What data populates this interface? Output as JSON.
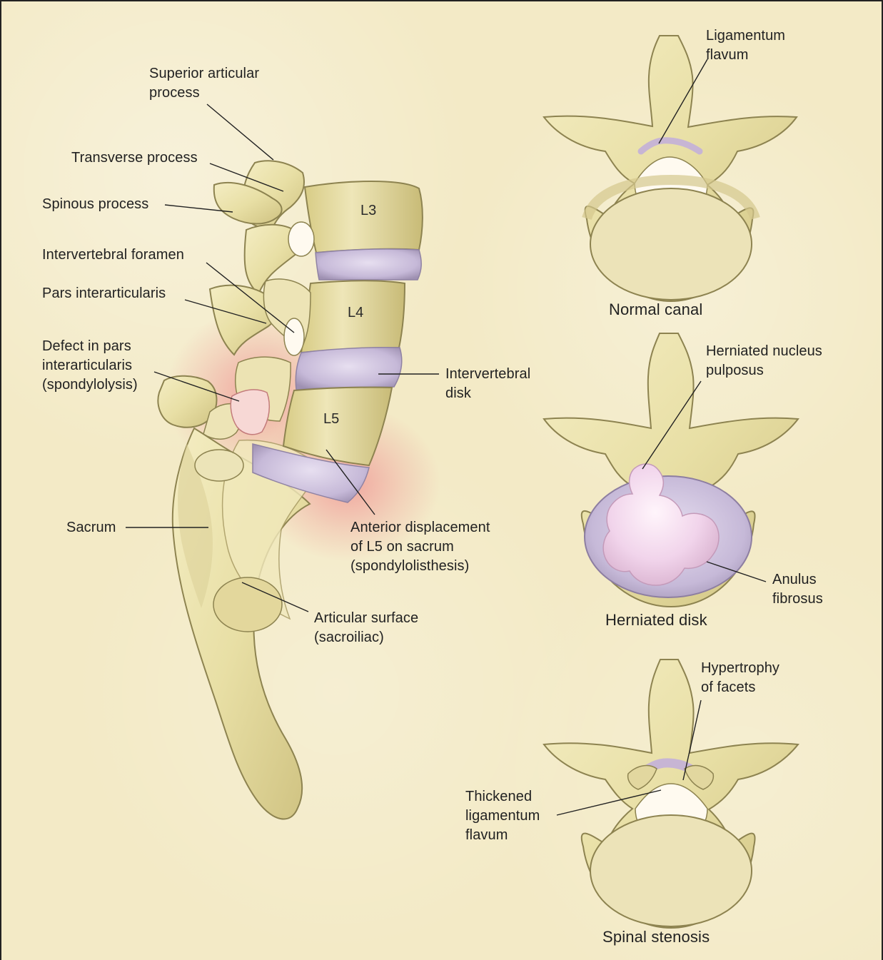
{
  "labels": {
    "superior_articular_process": "Superior articular\nprocess",
    "transverse_process": "Transverse process",
    "spinous_process": "Spinous process",
    "intervertebral_foramen": "Intervertebral foramen",
    "pars_interarticularis": "Pars interarticularis",
    "defect_in_pars": "Defect in pars\ninterarticularis\n(spondylolysis)",
    "sacrum": "Sacrum",
    "intervertebral_disk": "Intervertebral\ndisk",
    "anterior_displacement": "Anterior displacement\nof L5 on sacrum\n(spondylolisthesis)",
    "articular_surface": "Articular surface\n(sacroiliac)",
    "ligamentum_flavum": "Ligamentum\nflavum",
    "herniated_nucleus": "Herniated nucleus\npulposus",
    "anulus_fibrosus": "Anulus\nfibrosus",
    "hypertrophy_facets": "Hypertrophy\nof facets",
    "thickened_ligamentum": "Thickened\nligamentum\nflavum"
  },
  "segments": {
    "l3": "L3",
    "l4": "L4",
    "l5": "L5"
  },
  "captions": {
    "normal_canal": "Normal canal",
    "herniated_disk": "Herniated disk",
    "spinal_stenosis": "Spinal stenosis"
  },
  "colors": {
    "paper": "#f3eac6",
    "bone": "#e8dfa5",
    "bone_shadow": "#c9bc78",
    "bone_outline": "#8d8350",
    "disk": "#cfc4dd",
    "disk_shadow": "#9d90b1",
    "inflammation": "#ef8f91",
    "nucleus": "#f3d8ee"
  }
}
